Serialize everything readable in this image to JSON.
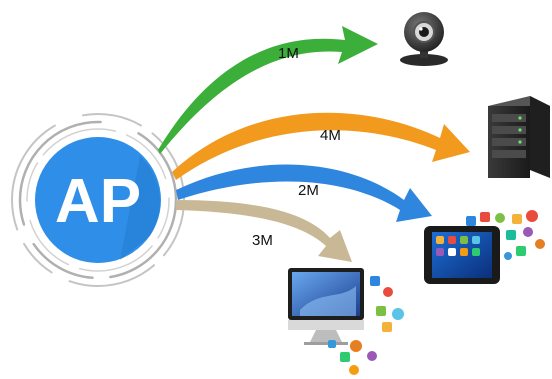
{
  "hub": {
    "label": "AP",
    "color": "#2f8fe8",
    "ring_color": "#b5b5b5"
  },
  "links": [
    {
      "id": "webcam",
      "rate": "1M",
      "color": "#3cae3a",
      "device_icon": "webcam-icon"
    },
    {
      "id": "server",
      "rate": "4M",
      "color": "#f29a1d",
      "device_icon": "server-icon"
    },
    {
      "id": "tablet",
      "rate": "2M",
      "color": "#2e86de",
      "device_icon": "tablet-icon"
    },
    {
      "id": "desktop",
      "rate": "3M",
      "color": "#c9b896",
      "device_icon": "desktop-icon"
    }
  ]
}
